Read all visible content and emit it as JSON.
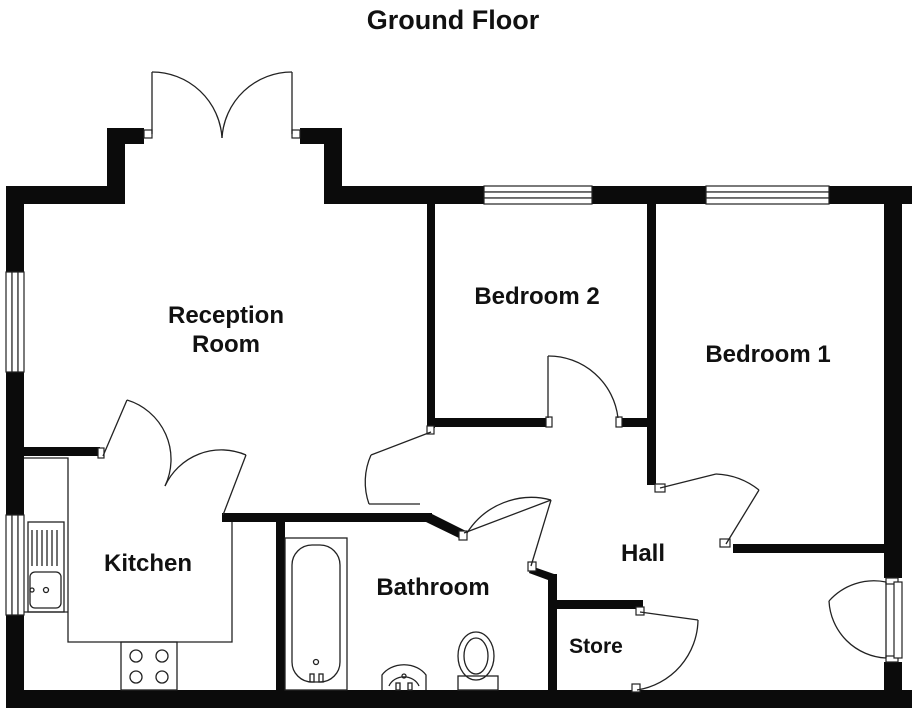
{
  "plan": {
    "title": "Ground Floor",
    "rooms": {
      "reception_line1": "Reception",
      "reception_line2": "Room",
      "bedroom2": "Bedroom 2",
      "bedroom1": "Bedroom 1",
      "kitchen": "Kitchen",
      "bathroom": "Bathroom",
      "hall": "Hall",
      "store": "Store"
    }
  }
}
